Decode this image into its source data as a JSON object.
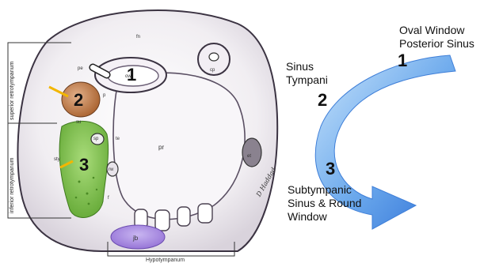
{
  "illustration": {
    "side_labels": {
      "superior": "superior retrotympanum",
      "inferior": "inferior retrotympanum"
    },
    "bottom_label": "Hypotympanum",
    "structure_labels": {
      "fn": "fn",
      "pe": "pe",
      "cp": "cp",
      "ow": "ow",
      "p": "p",
      "su": "su",
      "sty": "sty",
      "sp": "sp",
      "te": "te",
      "pr": "pr",
      "rw": "rw",
      "f": "f",
      "et": "et",
      "jb": "jb"
    },
    "region_numbers": {
      "one": "1",
      "two": "2",
      "three": "3"
    },
    "signature": "D Haddad",
    "colors": {
      "two": "#c07a4a",
      "three": "#7cc24a",
      "jb": "#a98be0"
    }
  },
  "legend": {
    "item1": {
      "number": "1",
      "line1": "Oval Window",
      "line2": "Posterior Sinus"
    },
    "item2": {
      "number": "2",
      "line1": "Sinus",
      "line2": "Tympani"
    },
    "item3": {
      "number": "3",
      "line1": "Subtympanic",
      "line2": "Sinus & Round",
      "line3": "Window"
    }
  },
  "arrow": {
    "color_light": "#a8d0f5",
    "color_dark": "#2e6fd6"
  }
}
